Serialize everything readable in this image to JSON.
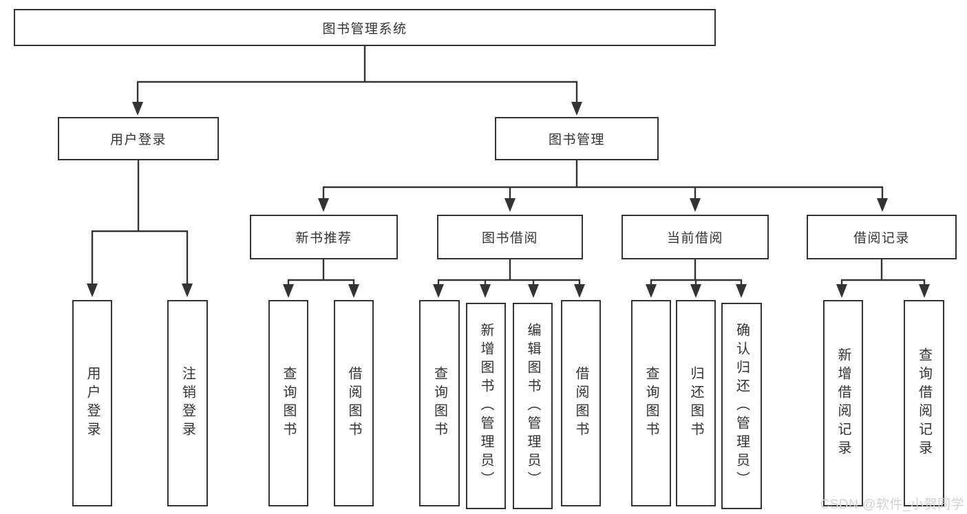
{
  "diagram": {
    "root": "图书管理系统",
    "branches": {
      "user_login": {
        "label": "用户登录",
        "children": [
          "用户登录",
          "注销登录"
        ]
      },
      "book_management": {
        "label": "图书管理",
        "children": {
          "new_book_recommend": {
            "label": "新书推荐",
            "children": [
              "查询图书",
              "借阅图书"
            ]
          },
          "book_borrow": {
            "label": "图书借阅",
            "children": [
              "查询图书",
              "新增图书（管理员）",
              "编辑图书（管理员）",
              "借阅图书"
            ]
          },
          "current_borrow": {
            "label": "当前借阅",
            "children": [
              "查询图书",
              "归还图书",
              "确认归还（管理员）"
            ]
          },
          "borrow_records": {
            "label": "借阅记录",
            "children": [
              "新增借阅记录",
              "查询借阅记录"
            ]
          }
        }
      }
    }
  },
  "watermark": "CSDN @软件_小贺同学",
  "colors": {
    "line": "#333333",
    "box_border": "#333333",
    "text": "#333333",
    "watermark": "#d2d2d2",
    "background": "#ffffff"
  }
}
